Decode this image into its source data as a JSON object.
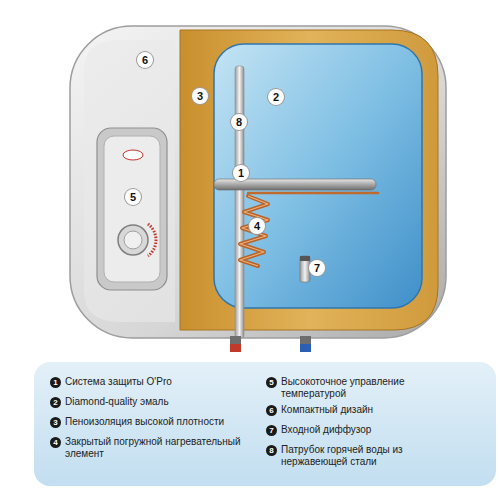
{
  "diagram": {
    "labels": [
      "6",
      "3",
      "2",
      "8",
      "1",
      "4",
      "5",
      "7",
      "1",
      "Система защиты O'Pro",
      "2",
      "Diamond-quality эмаль",
      "3",
      "Пеноизоляция высокой плотности",
      "4",
      "Закрытый погружной нагревательный элемент",
      "5",
      "Высокоточное управление температурой",
      "6",
      "Компактный дизайн",
      "7",
      "Входной диффузор",
      "8",
      "Патрубок горячей воды из нержавеющей стали"
    ]
  }
}
